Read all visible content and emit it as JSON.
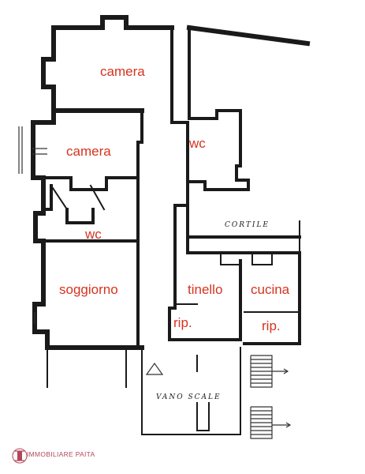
{
  "rooms": {
    "camera_top": "camera",
    "camera_mid": "camera",
    "wc_right": "wc",
    "wc_left": "wc",
    "soggiorno": "soggiorno",
    "tinello": "tinello",
    "cucina": "cucina",
    "rip_left": "rip.",
    "rip_right": "rip."
  },
  "annotations": {
    "cortile": "CORTILE",
    "vano_scale": "VANO SCALE"
  },
  "brand": {
    "name": "IMMOBILIARE PAITA"
  },
  "colors": {
    "room_label": "#d6331f",
    "walls": "#1a1a1a",
    "brand": "#b3475a"
  }
}
